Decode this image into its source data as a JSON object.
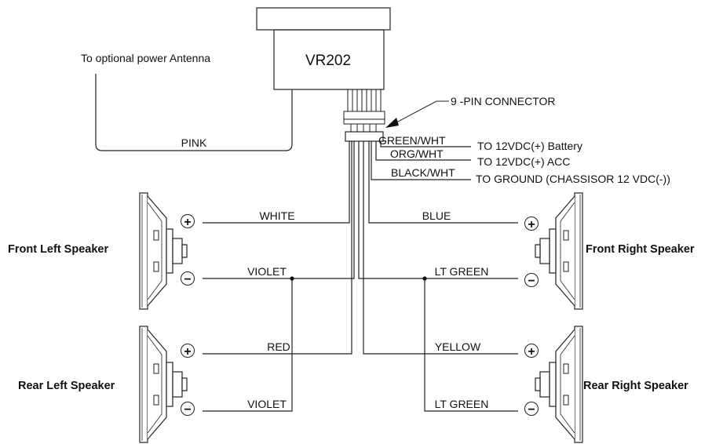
{
  "unit": {
    "label": "VR202"
  },
  "antenna": {
    "label": "To optional power Antenna",
    "wire": "PINK"
  },
  "connector": {
    "label": "9 -PIN CONNECTOR"
  },
  "power": {
    "green_wht": {
      "wire": "GREEN/WHT",
      "dest": "TO 12VDC(+) Battery"
    },
    "org_wht": {
      "wire": "ORG/WHT",
      "dest": "TO 12VDC(+) ACC"
    },
    "black_wht": {
      "wire": "BLACK/WHT",
      "dest": "TO GROUND (CHASSISOR 12 VDC(-))"
    }
  },
  "speakers": {
    "front_left": {
      "label": "Front Left Speaker",
      "pos_wire": "WHITE",
      "neg_wire": "VIOLET"
    },
    "front_right": {
      "label": "Front Right Speaker",
      "pos_wire": "BLUE",
      "neg_wire": "LT GREEN"
    },
    "rear_left": {
      "label": "Rear Left Speaker",
      "pos_wire": "RED",
      "neg_wire": "VIOLET"
    },
    "rear_right": {
      "label": "Rear Right Speaker",
      "pos_wire": "YELLOW",
      "neg_wire": "LT GREEN"
    }
  },
  "symbols": {
    "plus": "+",
    "minus": "−"
  }
}
